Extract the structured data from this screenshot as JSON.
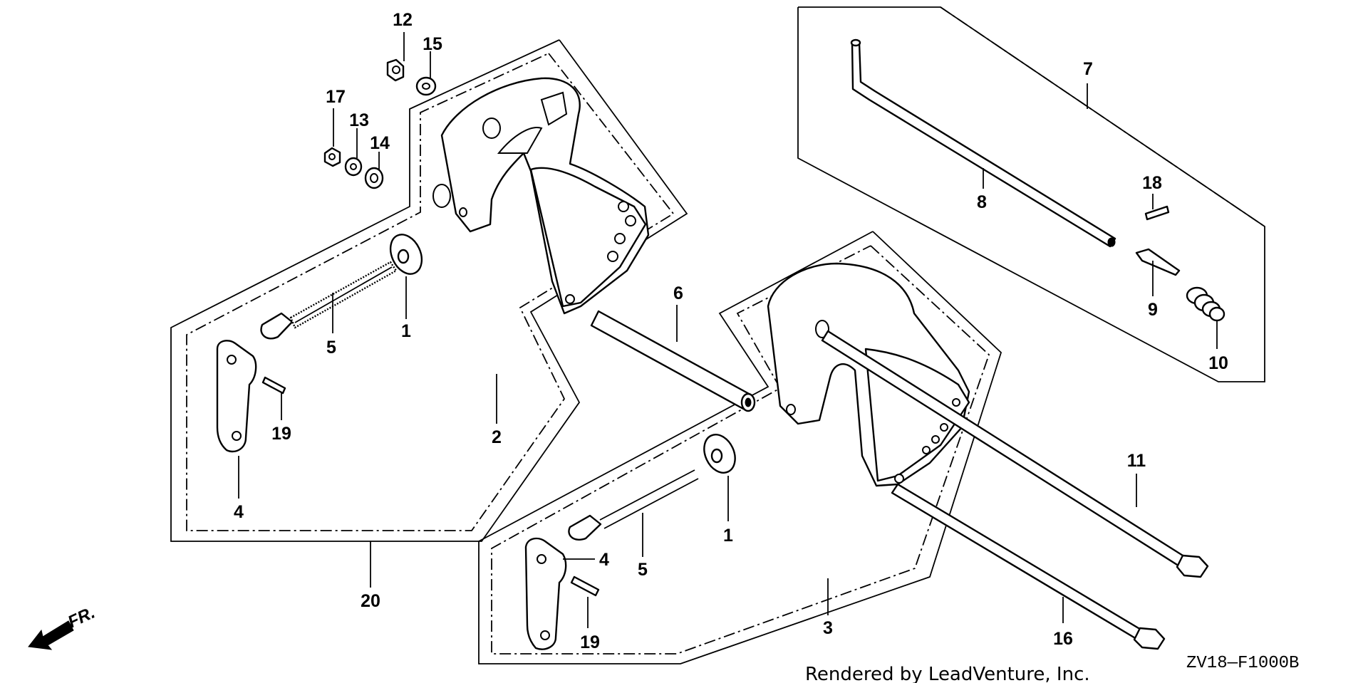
{
  "callouts": [
    "1",
    "2",
    "3",
    "4",
    "5",
    "6",
    "7",
    "8",
    "9",
    "10",
    "11",
    "12",
    "13",
    "14",
    "15",
    "16",
    "17",
    "18",
    "19",
    "20"
  ],
  "diagram_code": "ZV18—F1000B",
  "credit": "Rendered by LeadVenture, Inc.",
  "direction_label": "FR.",
  "icons": [
    "front-arrow-icon"
  ]
}
